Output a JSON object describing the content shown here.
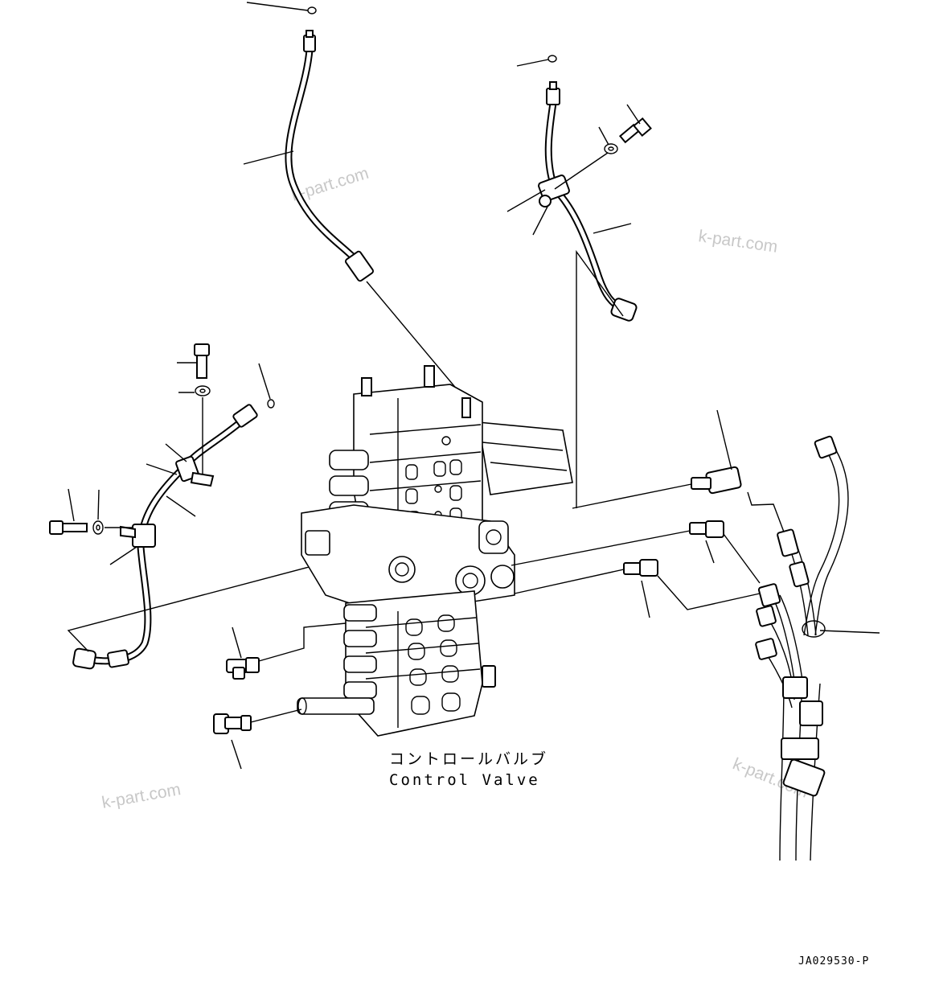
{
  "diagram": {
    "component_label_jp": "コントロールバルブ",
    "component_label_en": "Control Valve",
    "drawing_code": "JA029530-P",
    "watermark": "k-part.com",
    "line_color": "#000000",
    "watermark_color": "#c8c8c8"
  }
}
